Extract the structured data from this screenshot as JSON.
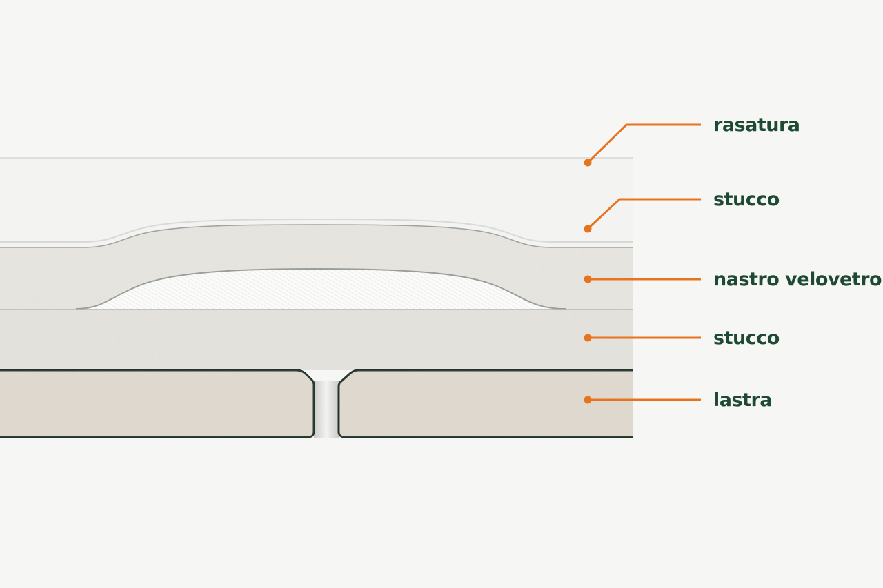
{
  "colors": {
    "background": "#f6f6f5",
    "leader": "#e8731f",
    "label_text": "#1e4a33",
    "board_outline": "#24352c",
    "board_fill": "#e3dcd2",
    "compound_fill": "#ebe9e4",
    "skim_fill": "#f3f3f2",
    "tape_fill": "#fbfbfa"
  },
  "labels": [
    {
      "id": "rasatura",
      "text": "rasatura"
    },
    {
      "id": "stucco-top",
      "text": "stucco"
    },
    {
      "id": "nastro",
      "text": "nastro velovetro"
    },
    {
      "id": "stucco-bottom",
      "text": "stucco"
    },
    {
      "id": "lastra",
      "text": "lastra"
    }
  ]
}
